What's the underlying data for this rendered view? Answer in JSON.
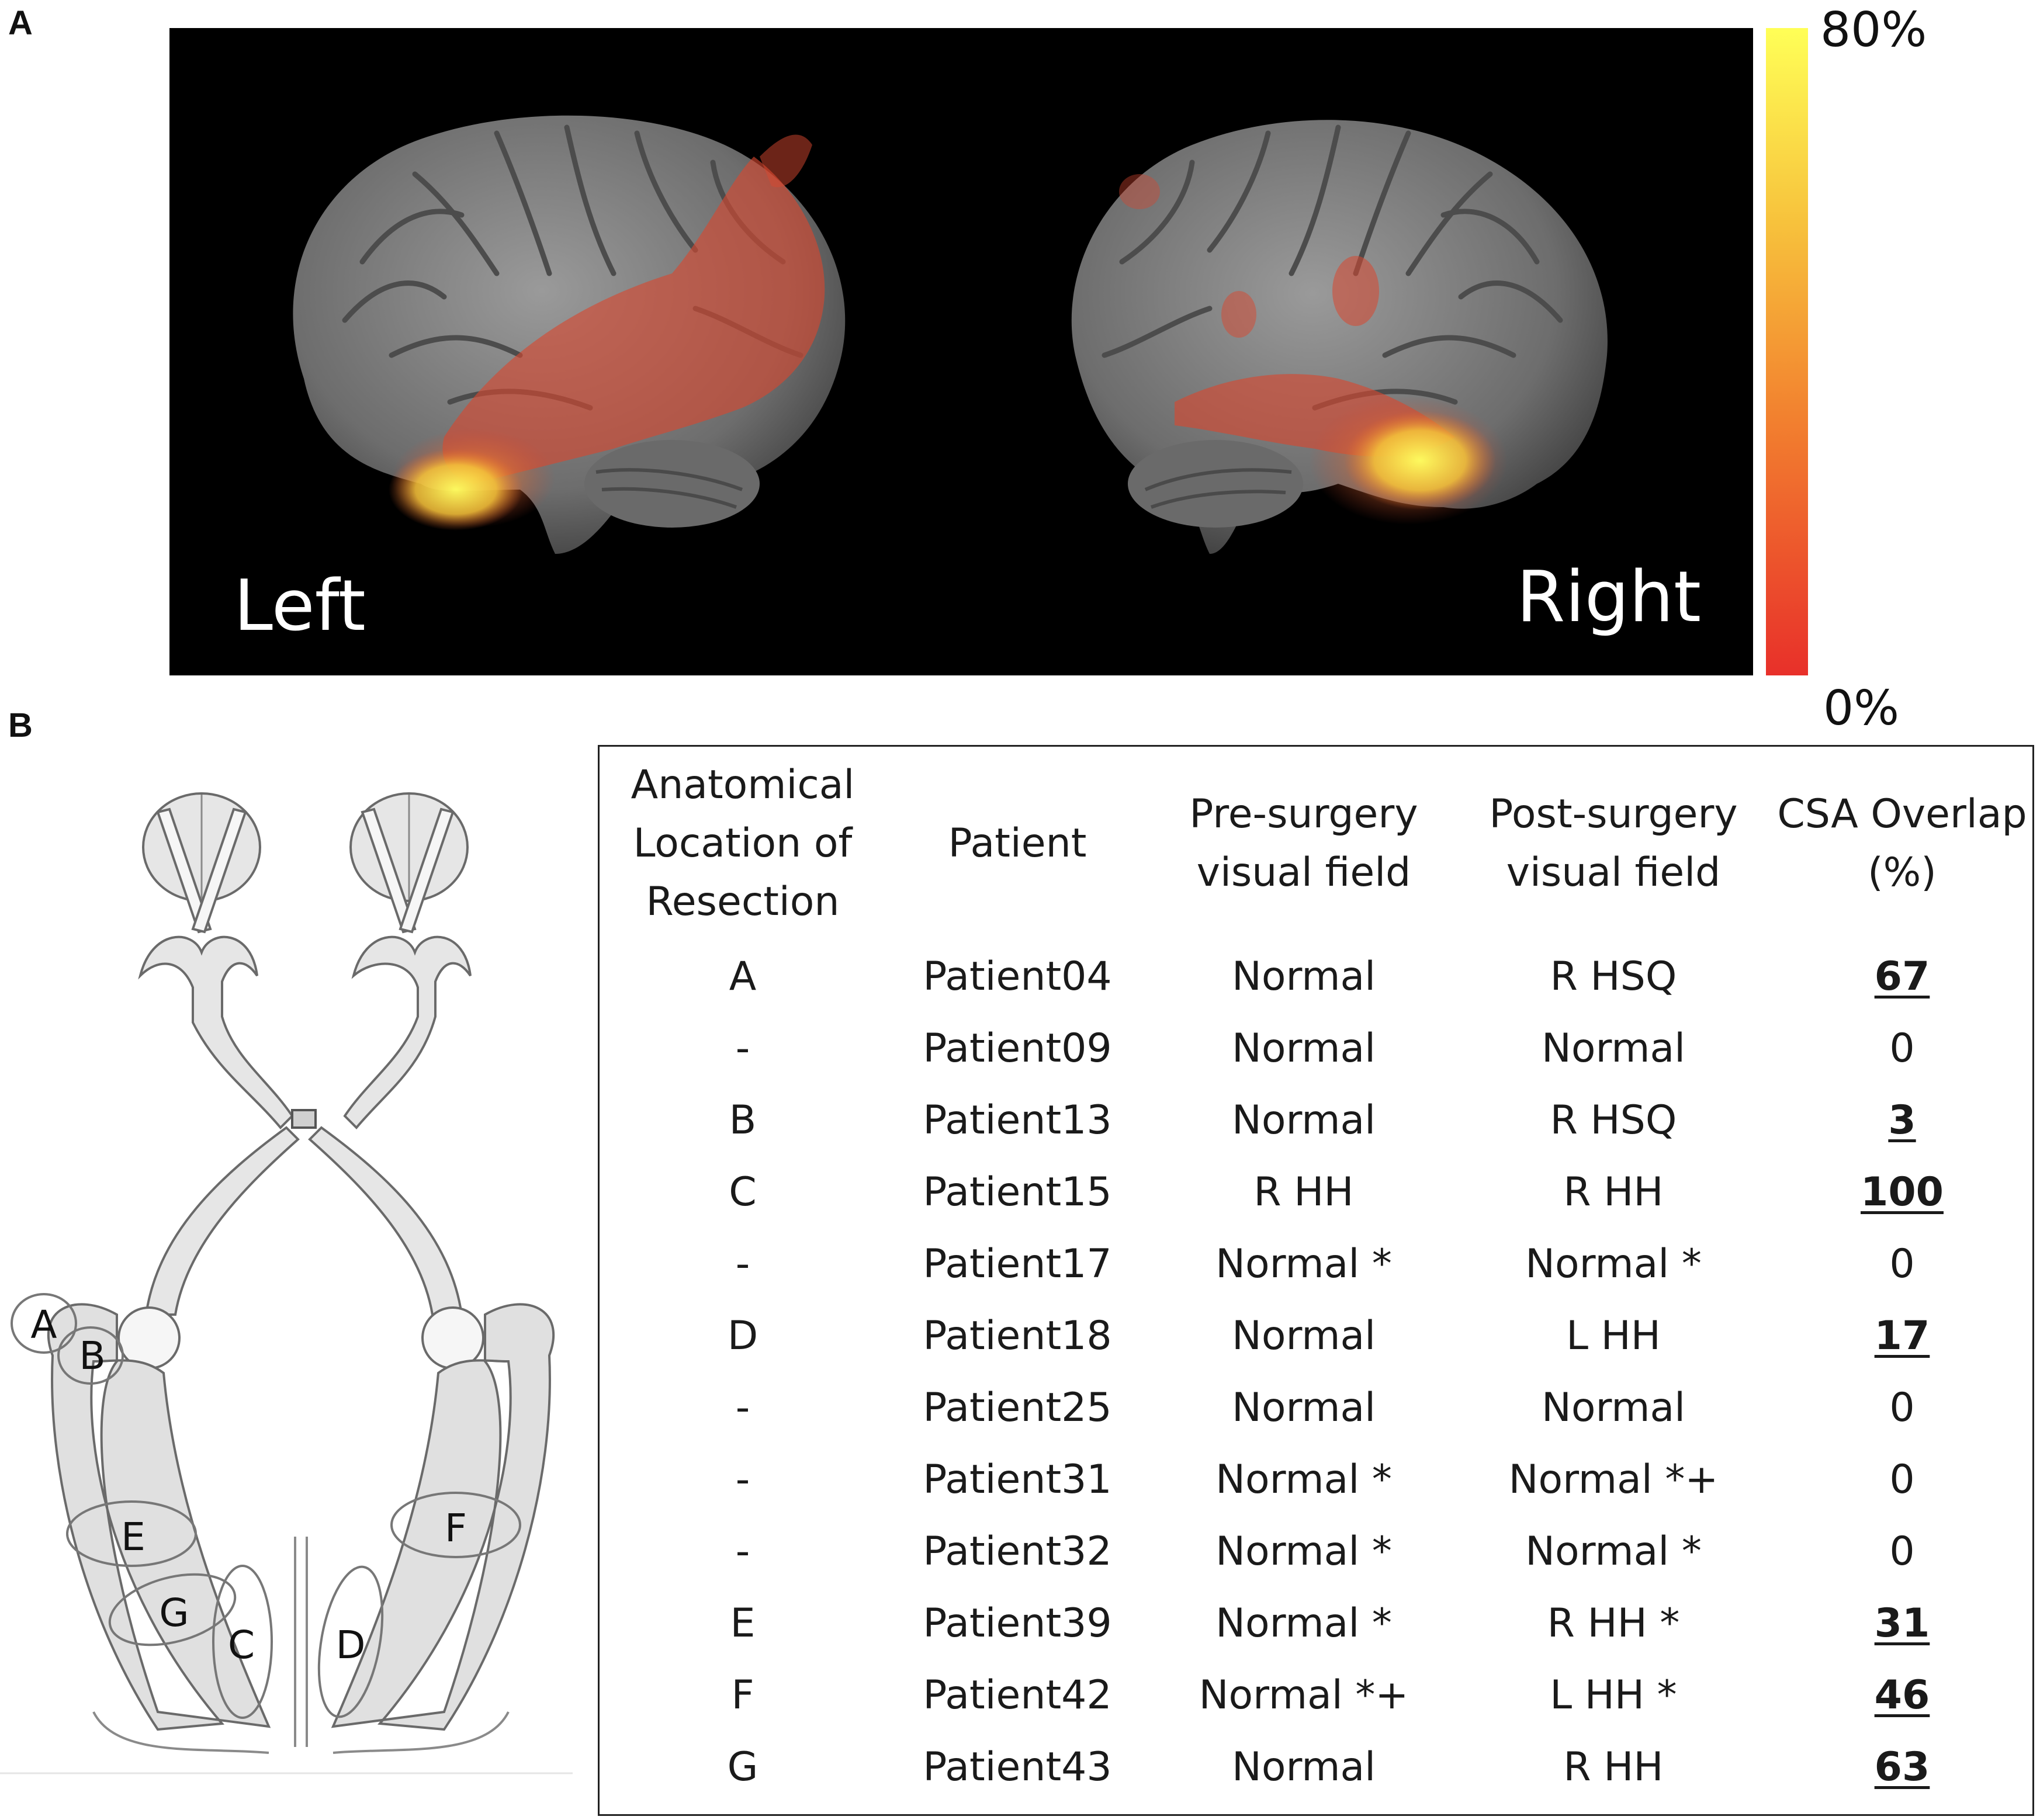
{
  "panels": {
    "a_label": "A",
    "b_label": "B"
  },
  "brain": {
    "left_label": "Left",
    "right_label": "Right"
  },
  "colorbar": {
    "max_label": "80%",
    "min_label": "0%",
    "colors": [
      "#ffff57",
      "#f7c23c",
      "#f2812f",
      "#e8302a"
    ]
  },
  "pathway": {
    "locations": [
      "A",
      "B",
      "C",
      "D",
      "E",
      "F",
      "G"
    ]
  },
  "table": {
    "headers": [
      [
        "Anatomical",
        "Location of",
        "Resection"
      ],
      [
        "Patient"
      ],
      [
        "Pre-surgery",
        "visual field"
      ],
      [
        "Post-surgery",
        "visual field"
      ],
      [
        "CSA Overlap",
        "(%)"
      ]
    ],
    "rows": [
      {
        "location": "A",
        "patient": "Patient04",
        "pre": "Normal",
        "post": "R HSQ",
        "overlap": "67",
        "highlight": true
      },
      {
        "location": "-",
        "patient": "Patient09",
        "pre": "Normal",
        "post": "Normal",
        "overlap": "0",
        "highlight": false
      },
      {
        "location": "B",
        "patient": "Patient13",
        "pre": "Normal",
        "post": "R HSQ",
        "overlap": "3",
        "highlight": true
      },
      {
        "location": "C",
        "patient": "Patient15",
        "pre": "R HH",
        "post": "R HH",
        "overlap": "100",
        "highlight": true
      },
      {
        "location": "-",
        "patient": "Patient17",
        "pre": "Normal *",
        "post": "Normal *",
        "overlap": "0",
        "highlight": false
      },
      {
        "location": "D",
        "patient": "Patient18",
        "pre": "Normal",
        "post": "L HH",
        "overlap": "17",
        "highlight": true
      },
      {
        "location": "-",
        "patient": "Patient25",
        "pre": "Normal",
        "post": "Normal",
        "overlap": "0",
        "highlight": false
      },
      {
        "location": "-",
        "patient": "Patient31",
        "pre": "Normal *",
        "post": "Normal *+",
        "overlap": "0",
        "highlight": false
      },
      {
        "location": "-",
        "patient": "Patient32",
        "pre": "Normal *",
        "post": "Normal *",
        "overlap": "0",
        "highlight": false
      },
      {
        "location": "E",
        "patient": "Patient39",
        "pre": "Normal *",
        "post": "R HH *",
        "overlap": "31",
        "highlight": true
      },
      {
        "location": "F",
        "patient": "Patient42",
        "pre": "Normal *+",
        "post": "L HH *",
        "overlap": "46",
        "highlight": true
      },
      {
        "location": "G",
        "patient": "Patient43",
        "pre": "Normal",
        "post": "R HH",
        "overlap": "63",
        "highlight": true
      }
    ]
  }
}
